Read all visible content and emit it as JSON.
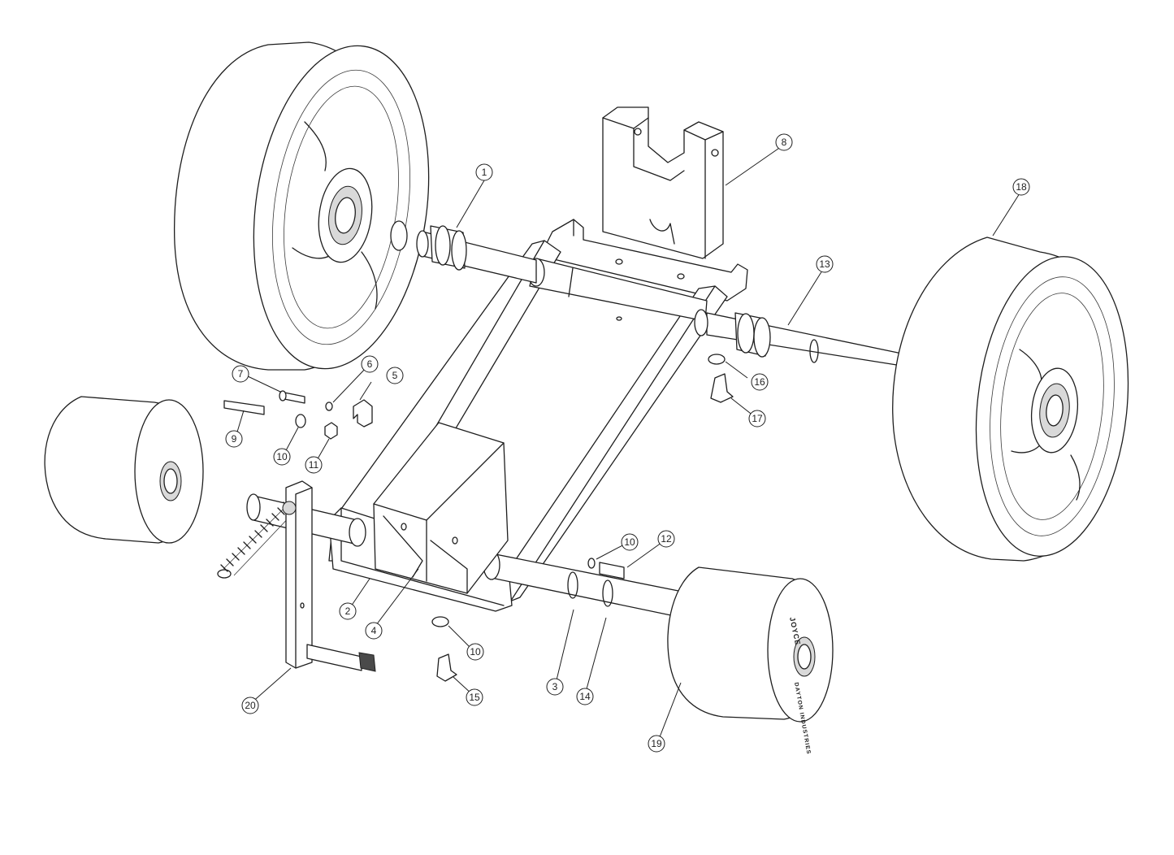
{
  "drawing": {
    "type": "exploded-assembly",
    "brand_marks": [
      "JOYCE",
      "DAYTON INDUSTRIES"
    ]
  },
  "balloons": [
    {
      "id": "b1",
      "label": "1"
    },
    {
      "id": "b2",
      "label": "2"
    },
    {
      "id": "b3",
      "label": "3"
    },
    {
      "id": "b4",
      "label": "4"
    },
    {
      "id": "b5",
      "label": "5"
    },
    {
      "id": "b6",
      "label": "6"
    },
    {
      "id": "b7",
      "label": "7"
    },
    {
      "id": "b8",
      "label": "8"
    },
    {
      "id": "b9",
      "label": "9"
    },
    {
      "id": "b10a",
      "label": "10"
    },
    {
      "id": "b10b",
      "label": "10"
    },
    {
      "id": "b10c",
      "label": "10"
    },
    {
      "id": "b11",
      "label": "11"
    },
    {
      "id": "b12",
      "label": "12"
    },
    {
      "id": "b13",
      "label": "13"
    },
    {
      "id": "b14",
      "label": "14"
    },
    {
      "id": "b15",
      "label": "15"
    },
    {
      "id": "b16",
      "label": "16"
    },
    {
      "id": "b17",
      "label": "17"
    },
    {
      "id": "b18",
      "label": "18"
    },
    {
      "id": "b19",
      "label": "19"
    },
    {
      "id": "b20",
      "label": "20"
    }
  ]
}
